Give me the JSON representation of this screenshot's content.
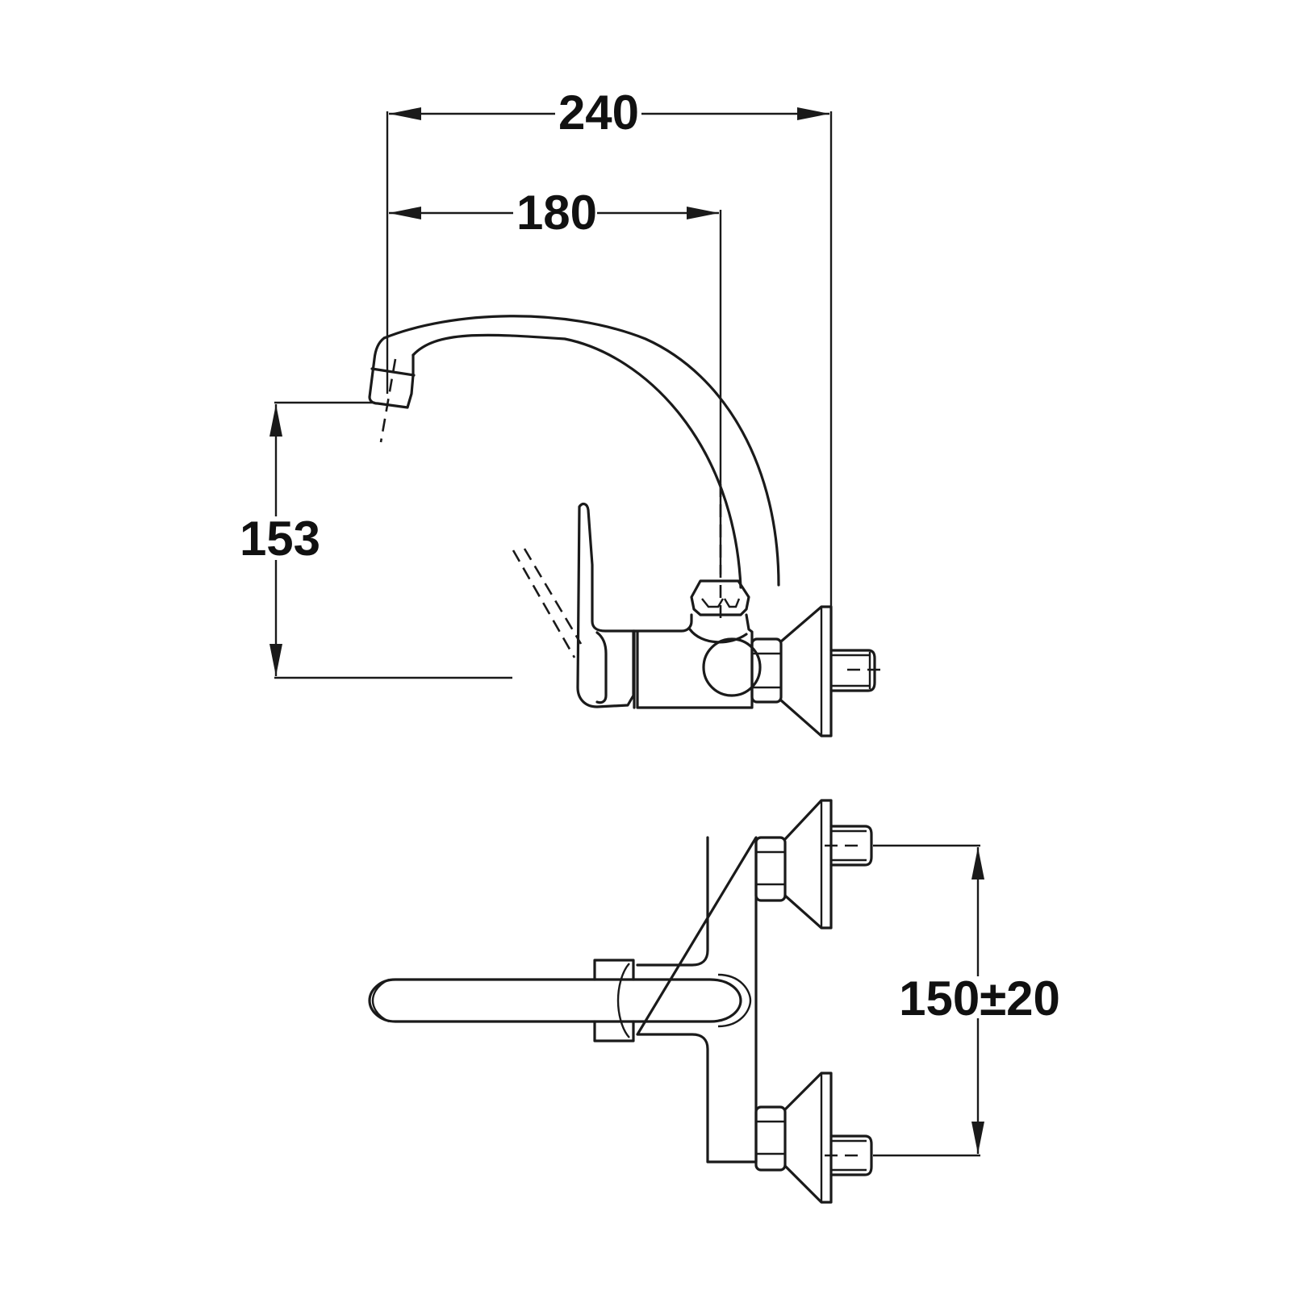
{
  "drawing": {
    "title": "Wall-mounted kitchen faucet technical drawing",
    "views": [
      "side-view",
      "top-view"
    ],
    "line_color": "#1a1a1a",
    "background": "#ffffff"
  },
  "dimensions": {
    "overall_reach": "240",
    "spout_reach": "180",
    "spout_height": "153",
    "inlet_spacing": "150±20"
  }
}
